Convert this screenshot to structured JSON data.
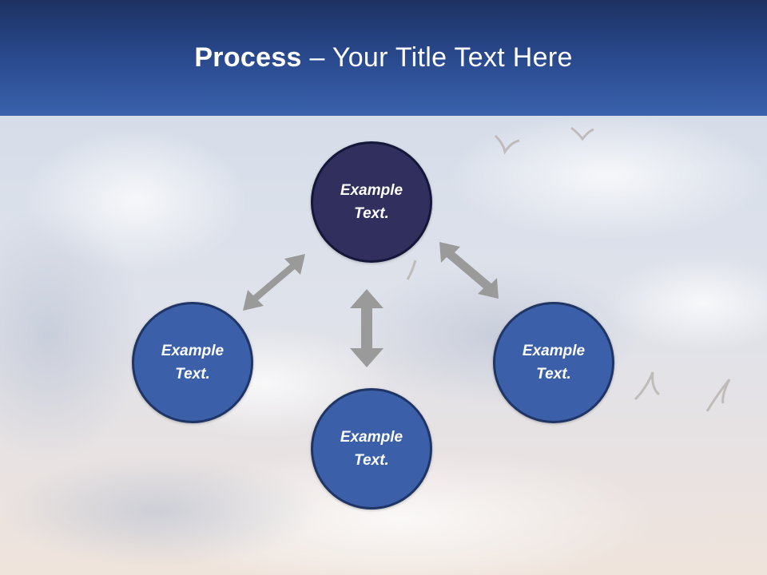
{
  "slide": {
    "title_bold": "Process",
    "title_rest": " – Your Title Text Here"
  },
  "nodes": {
    "top": {
      "line1": "Example",
      "line2": "Text."
    },
    "left": {
      "line1": "Example",
      "line2": "Text."
    },
    "right": {
      "line1": "Example",
      "line2": "Text."
    },
    "bottom": {
      "line1": "Example",
      "line2": "Text."
    }
  },
  "colors": {
    "header": "#28478a",
    "center_node": "#302f5e",
    "outer_node": "#3b5fa8",
    "arrow": "#9a9a9a"
  }
}
